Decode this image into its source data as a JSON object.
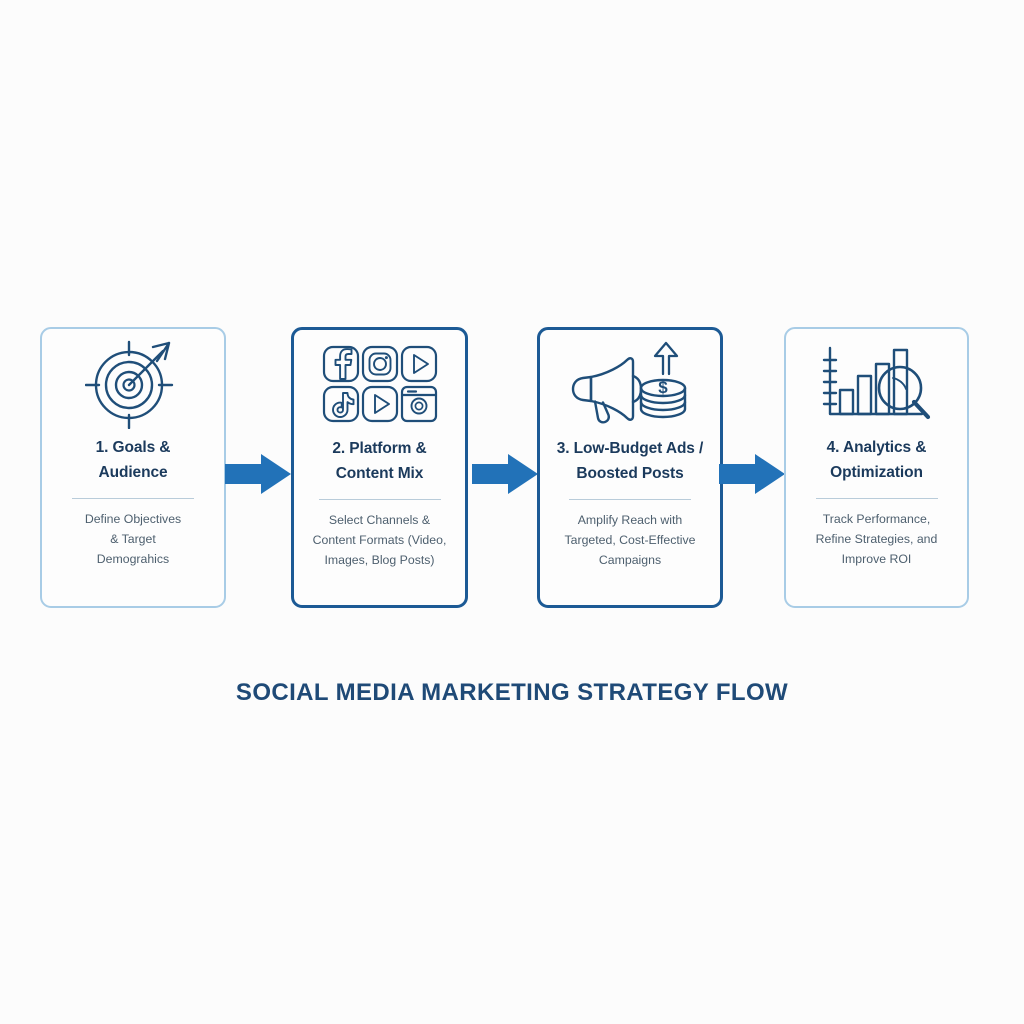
{
  "theme": {
    "background": "#fcfcfc",
    "accent_blue": "#1c5a95",
    "arrow_blue": "#2272b8",
    "light_border": "#a8cce6",
    "title_color": "#1b3a5c",
    "desc_color": "#4d5f6e",
    "divider_color": "#b9ccda",
    "heading_color": "#1f4a77"
  },
  "heading": "SOCIAL MEDIA MARKETING STRATEGY FLOW",
  "steps": [
    {
      "number": "1",
      "title": "1. Goals &\nAudience",
      "title_line1": "1. Goals &",
      "title_line2": "Audience",
      "description": "Define Objectives & Target Demograhics",
      "desc_line1": "Define Objectives",
      "desc_line2": "& Target",
      "desc_line3": "Demograhics",
      "icon": "target-arrow-icon",
      "border_style": "light"
    },
    {
      "number": "2",
      "title": "2. Platform &\nContent Mix",
      "title_line1": "2. Platform &",
      "title_line2": "Content Mix",
      "description": "Select Channels & Content Formats (Video, Images, Blog Posts)",
      "desc_line1": "Select Channels &",
      "desc_line2": "Content Formats (Video,",
      "desc_line3": "Images, Blog Posts)",
      "icon": "social-platform-grid-icon",
      "border_style": "dark"
    },
    {
      "number": "3",
      "title": "3. Low-Budget Ads /\nBoosted Posts",
      "title_line1": "3. Low-Budget Ads /",
      "title_line2": "Boosted Posts",
      "description": "Amplify Reach with Targeted, Cost-Effective Campaigns",
      "desc_line1": "Amplify Reach with",
      "desc_line2": "Targeted, Cost-Effective",
      "desc_line3": "Campaigns",
      "icon": "megaphone-coins-icon",
      "border_style": "dark"
    },
    {
      "number": "4",
      "title": "4. Analytics &\nOptimization",
      "title_line1": "4. Analytics &",
      "title_line2": "Optimization",
      "description": "Track Performance, Refine Strategies, and Improve ROI",
      "desc_line1": "Track Performance,",
      "desc_line2": "Refine Strategies, and",
      "desc_line3": "Improve ROI",
      "icon": "bar-chart-magnifier-icon",
      "border_style": "light"
    }
  ],
  "connectors": [
    {
      "name": "arrow-step1-to-step2",
      "direction": "right"
    },
    {
      "name": "arrow-step2-to-step3",
      "direction": "right"
    },
    {
      "name": "arrow-step3-to-step4",
      "direction": "right"
    }
  ],
  "platform_icons": [
    "facebook-icon",
    "instagram-icon",
    "youtube-play-icon",
    "tiktok-icon",
    "video-play-icon",
    "camera-icon"
  ]
}
